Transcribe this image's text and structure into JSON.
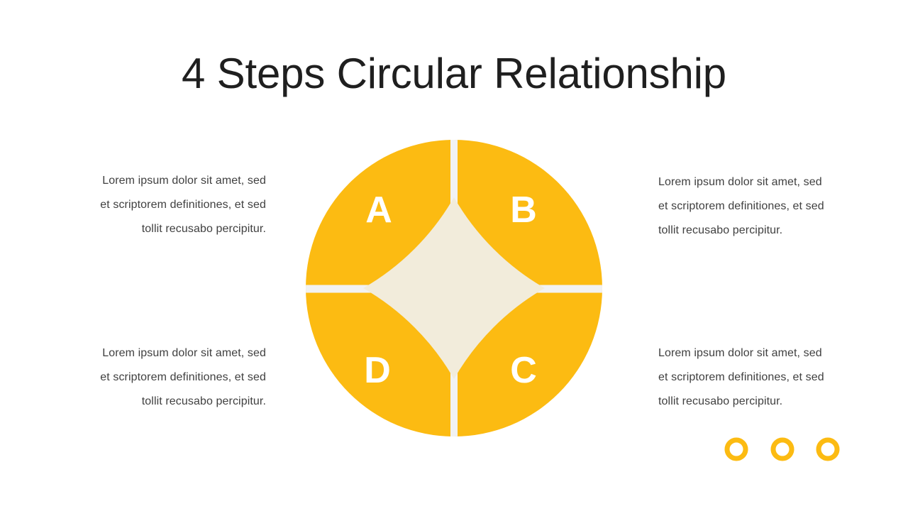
{
  "slide": {
    "title": "4 Steps Circular Relationship"
  },
  "colors": {
    "accent_yellow": "#FCBB12",
    "center_cream": "#F2ECDB",
    "divider_gray": "#F2F2F2",
    "title_text": "#1F1F1F",
    "body_text": "#404040",
    "label_text": "#FFFFFF"
  },
  "diagram": {
    "type": "4-step circular relationship",
    "segments": [
      {
        "label": "A",
        "position": "top-left"
      },
      {
        "label": "B",
        "position": "top-right"
      },
      {
        "label": "C",
        "position": "bottom-right"
      },
      {
        "label": "D",
        "position": "bottom-left"
      }
    ]
  },
  "text_blocks": [
    {
      "position": "top-left",
      "align": "right",
      "lines": [
        "Lorem ipsum dolor sit amet, sed",
        "et scriptorem definitiones, et sed",
        "tollit recusabo percipitur."
      ]
    },
    {
      "position": "top-right",
      "align": "left",
      "lines": [
        "Lorem ipsum dolor sit amet, sed",
        "et scriptorem definitiones, et sed",
        "tollit recusabo percipitur."
      ]
    },
    {
      "position": "bottom-left",
      "align": "right",
      "lines": [
        "Lorem ipsum dolor sit amet, sed",
        "et scriptorem definitiones, et sed",
        "tollit recusabo percipitur."
      ]
    },
    {
      "position": "bottom-right",
      "align": "left",
      "lines": [
        "Lorem ipsum dolor sit amet, sed",
        "et scriptorem definitiones, et sed",
        "tollit recusabo percipitur."
      ]
    }
  ],
  "decoration": {
    "rings": [
      {
        "icon": "circle-outline-icon"
      },
      {
        "icon": "circle-outline-icon"
      },
      {
        "icon": "circle-outline-icon"
      }
    ]
  }
}
